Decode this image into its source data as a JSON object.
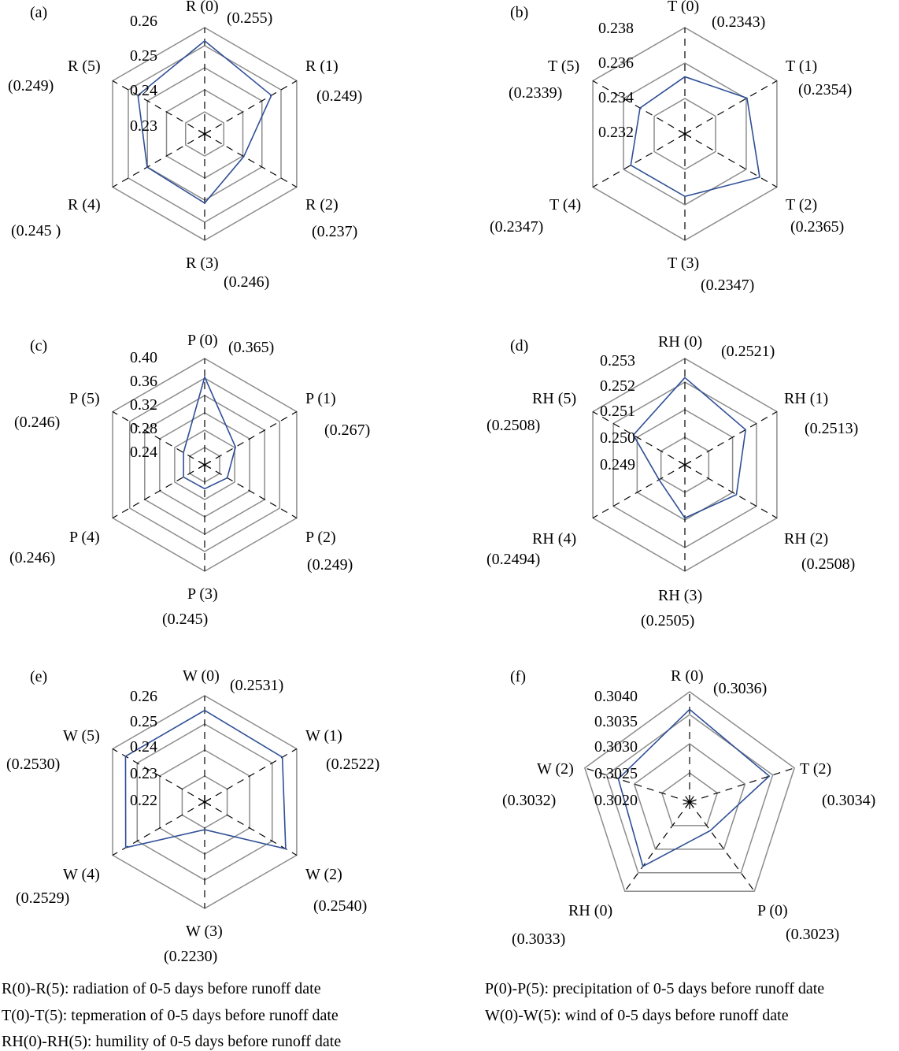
{
  "chart_data": [
    {
      "type": "radar",
      "panel_label": "(a)",
      "axes": [
        "R (0)",
        "R (1)",
        "R (2)",
        "R (3)",
        "R (4)",
        "R (5)"
      ],
      "value_labels": [
        "(0.255)",
        "(0.249)",
        "(0.237)",
        "(0.246)",
        "(0.245 )",
        "(0.249)"
      ],
      "series": [
        {
          "values": [
            0.255,
            0.249,
            0.237,
            0.246,
            0.245,
            0.249
          ]
        }
      ],
      "ticks": [
        "0.26",
        "0.25",
        "0.24",
        "0.23"
      ],
      "range": [
        0.22,
        0.26
      ]
    },
    {
      "type": "radar",
      "panel_label": "(b)",
      "axes": [
        "T (0)",
        "T (1)",
        "T (2)",
        "T (3)",
        "T (4)",
        "T (5)"
      ],
      "value_labels": [
        "(0.2343)",
        "(0.2354)",
        "(0.2365)",
        "(0.2347)",
        "(0.2347)",
        "(0.2339)"
      ],
      "series": [
        {
          "values": [
            0.2343,
            0.2354,
            0.2365,
            0.2347,
            0.2347,
            0.2339
          ]
        }
      ],
      "ticks": [
        "0.238",
        "0.236",
        "0.234",
        "0.232"
      ],
      "range": [
        0.23,
        0.238
      ]
    },
    {
      "type": "radar",
      "panel_label": "(c)",
      "axes": [
        "P (0)",
        "P (1)",
        "P (2)",
        "P (3)",
        "P (4)",
        "P (5)"
      ],
      "value_labels": [
        "(0.365)",
        "(0.267)",
        "(0.249)",
        "(0.245)",
        "(0.246)",
        "(0.246)"
      ],
      "series": [
        {
          "values": [
            0.365,
            0.267,
            0.249,
            0.245,
            0.246,
            0.246
          ]
        }
      ],
      "ticks": [
        "0.40",
        "0.36",
        "0.32",
        "0.28",
        "0.24"
      ],
      "range": [
        0.2,
        0.4
      ]
    },
    {
      "type": "radar",
      "panel_label": "(d)",
      "axes": [
        "RH (0)",
        "RH (1)",
        "RH (2)",
        "RH (3)",
        "RH (4)",
        "RH (5)"
      ],
      "value_labels": [
        "(0.2521)",
        "(0.2513)",
        "(0.2508)",
        "(0.2505)",
        "(0.2494)",
        "(0.2508)"
      ],
      "series": [
        {
          "values": [
            0.2521,
            0.2513,
            0.2508,
            0.2505,
            0.2494,
            0.2508
          ]
        }
      ],
      "ticks": [
        "0.253",
        "0.252",
        "0.251",
        "0.250",
        "0.249"
      ],
      "range": [
        0.248,
        0.253
      ]
    },
    {
      "type": "radar",
      "panel_label": "(e)",
      "axes": [
        "W (0)",
        "W (1)",
        "W (2)",
        "W (3)",
        "W (4)",
        "W (5)"
      ],
      "value_labels": [
        "(0.2531)",
        "(0.2522)",
        "(0.2540)",
        "(0.2230)",
        "(0.2529)",
        "(0.2530)"
      ],
      "series": [
        {
          "values": [
            0.2531,
            0.2522,
            0.254,
            0.223,
            0.2529,
            0.253
          ]
        }
      ],
      "ticks": [
        "0.26",
        "0.25",
        "0.24",
        "0.23",
        "0.22"
      ],
      "range": [
        0.21,
        0.26
      ]
    },
    {
      "type": "radar",
      "panel_label": "(f)",
      "axes": [
        "R (0)",
        "T (2)",
        "P (0)",
        "RH (0)",
        "W (2)"
      ],
      "value_labels": [
        "(0.3036)",
        "(0.3034)",
        "(0.3023)",
        "(0.3033)",
        "(0.3032)"
      ],
      "series": [
        {
          "values": [
            0.3036,
            0.3034,
            0.3023,
            0.3033,
            0.3032
          ]
        }
      ],
      "ticks": [
        "0.3040",
        "0.3035",
        "0.3030",
        "0.3025",
        "0.3020"
      ],
      "range": [
        0.3015,
        0.304
      ]
    }
  ],
  "legend_notes": {
    "radiation": "R(0)-R(5): radiation of 0-5 days before runoff date",
    "temperature": "T(0)-T(5): tepmeration of 0-5 days before runoff date",
    "humidity": "RH(0)-RH(5): humility of 0-5 days before runoff date",
    "precipitation": "P(0)-P(5): precipitation of 0-5 days before runoff date",
    "wind": "W(0)-W(5): wind of 0-5 days before runoff date"
  },
  "colors": {
    "series_line": "#2f4f96",
    "grid": "#8c8c8c",
    "spoke": "#000000"
  }
}
